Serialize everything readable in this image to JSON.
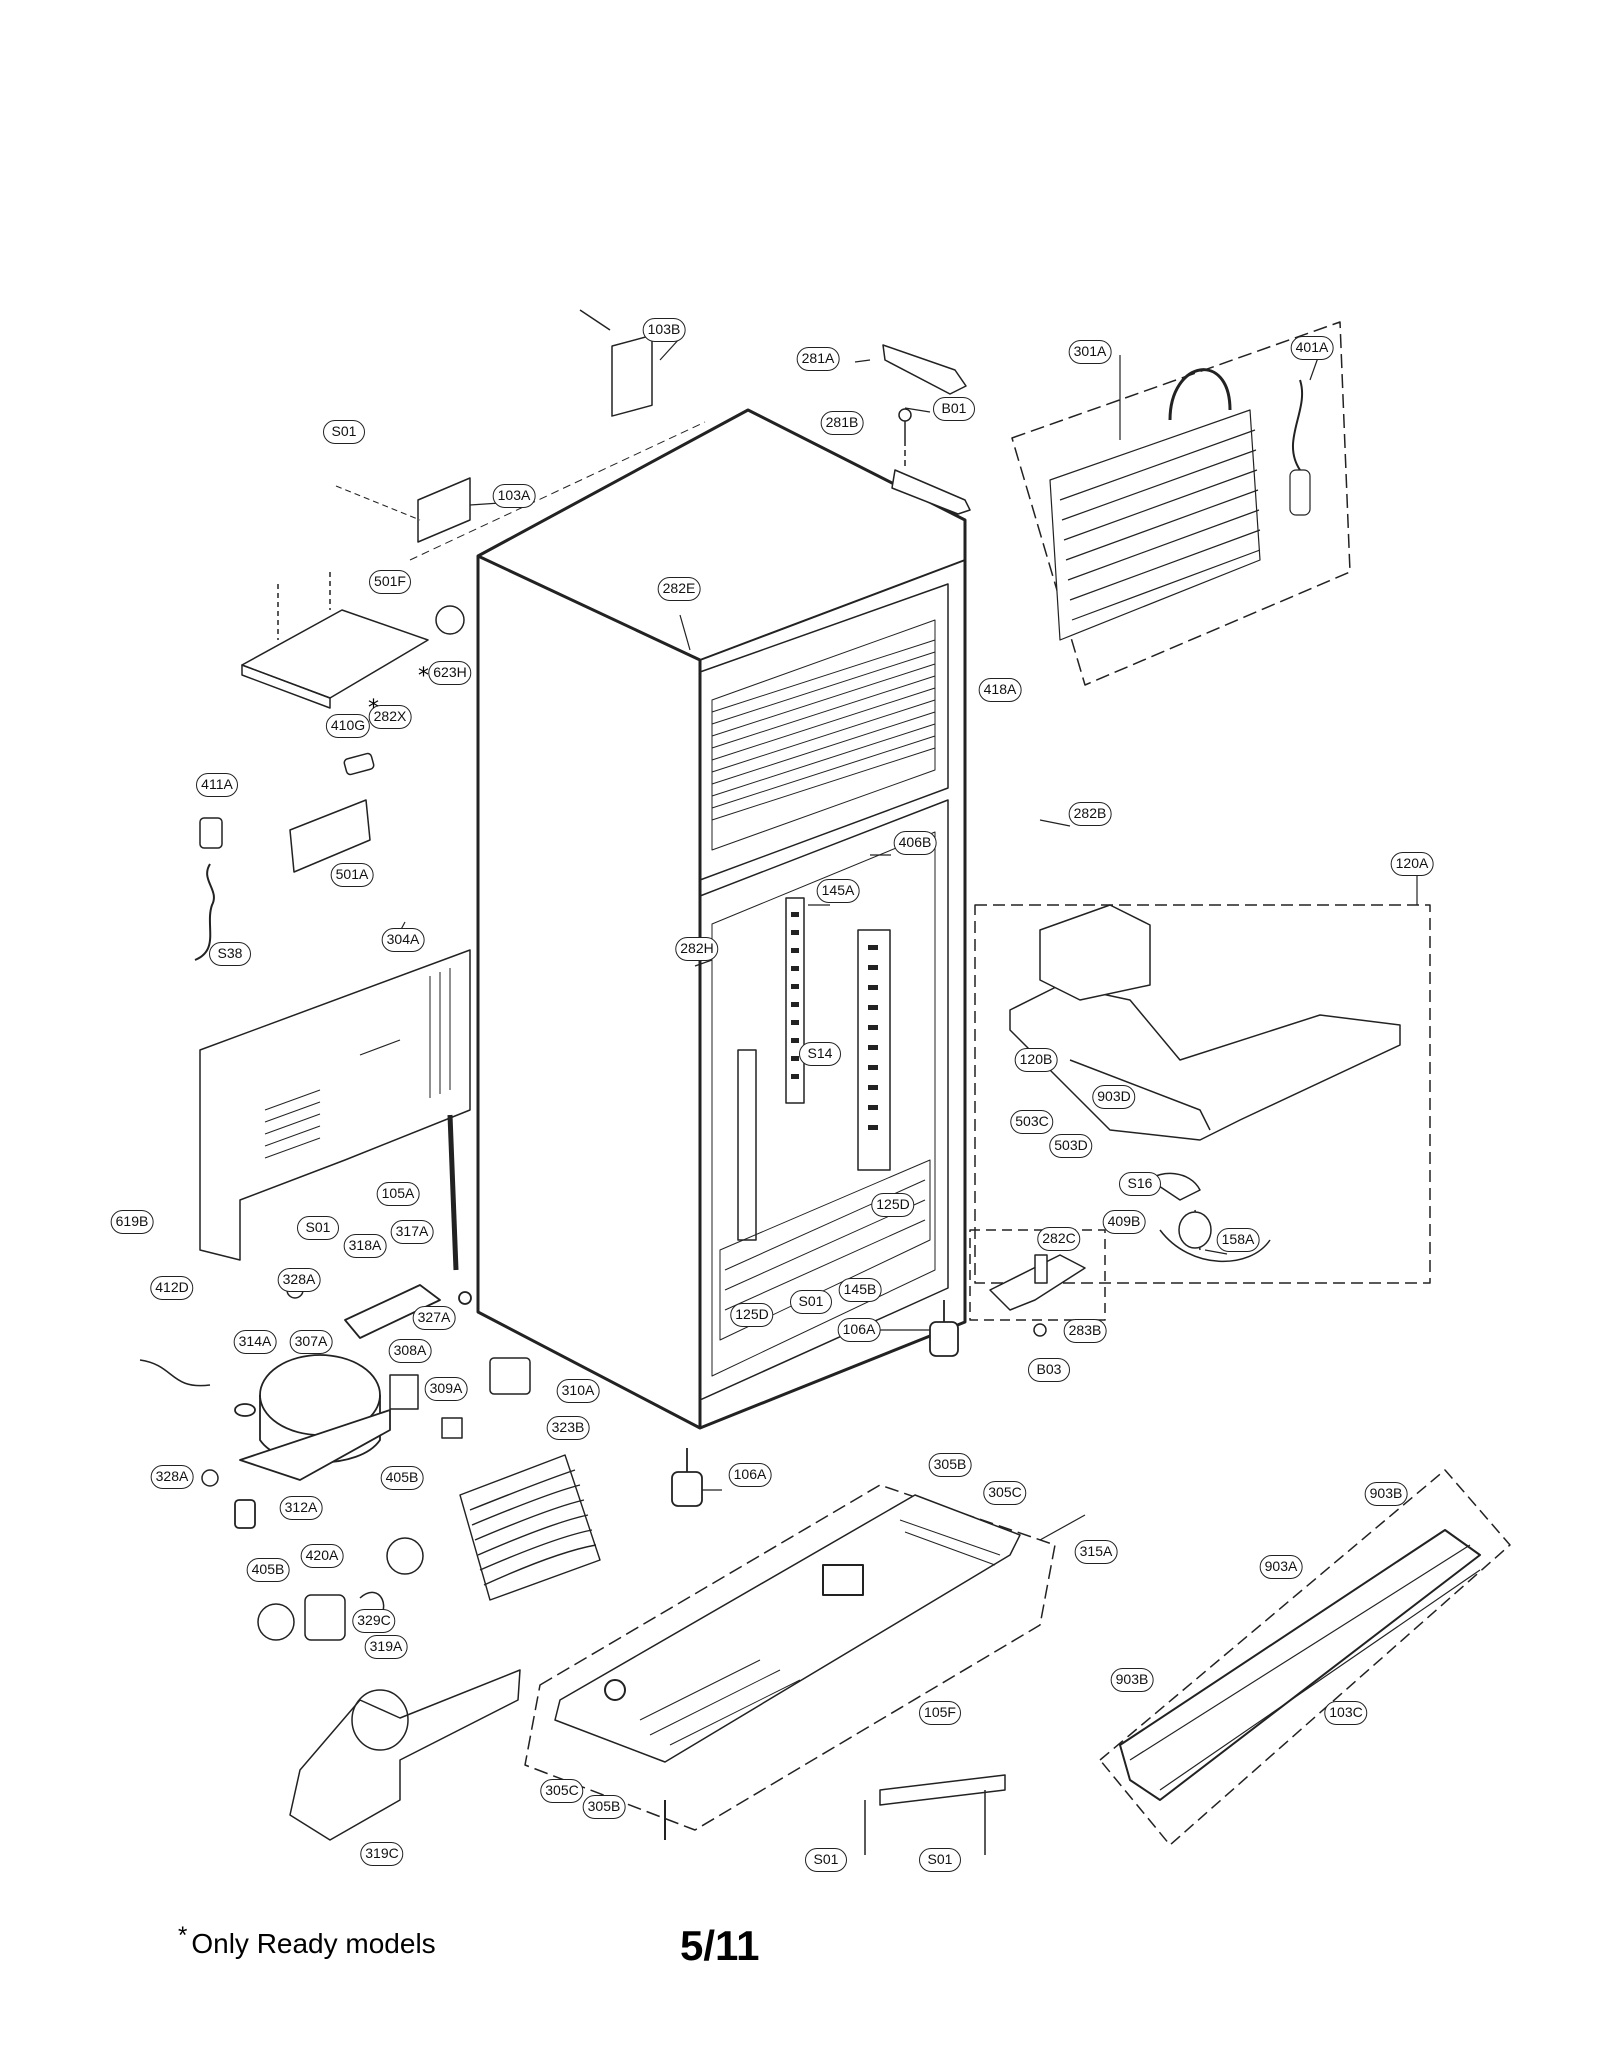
{
  "footnote": {
    "marker": "*",
    "text": "Only Ready models"
  },
  "page_number": "5/11",
  "callouts": [
    "103B",
    "S01",
    "103A",
    "281A",
    "281B",
    "B01",
    "301A",
    "401A",
    "501F",
    "282E",
    "623H",
    "282X",
    "418A",
    "410G",
    "411A",
    "501A",
    "282B",
    "406B",
    "120A",
    "145A",
    "304A",
    "282H",
    "S38",
    "S14",
    "120B",
    "903D",
    "503C",
    "503D",
    "S16",
    "105A",
    "619B",
    "317A",
    "125D",
    "S01",
    "318A",
    "409B",
    "158A",
    "282C",
    "328A",
    "145B",
    "412D",
    "327A",
    "S01",
    "125D",
    "106A",
    "283B",
    "314A",
    "307A",
    "B03",
    "308A",
    "310A",
    "309A",
    "323B",
    "328A",
    "106A",
    "305B",
    "405B",
    "305C",
    "903B",
    "312A",
    "315A",
    "420A",
    "405B",
    "329C",
    "903A",
    "319A",
    "903B",
    "105F",
    "103C",
    "305C",
    "305B",
    "319C",
    "S01",
    "S01"
  ]
}
